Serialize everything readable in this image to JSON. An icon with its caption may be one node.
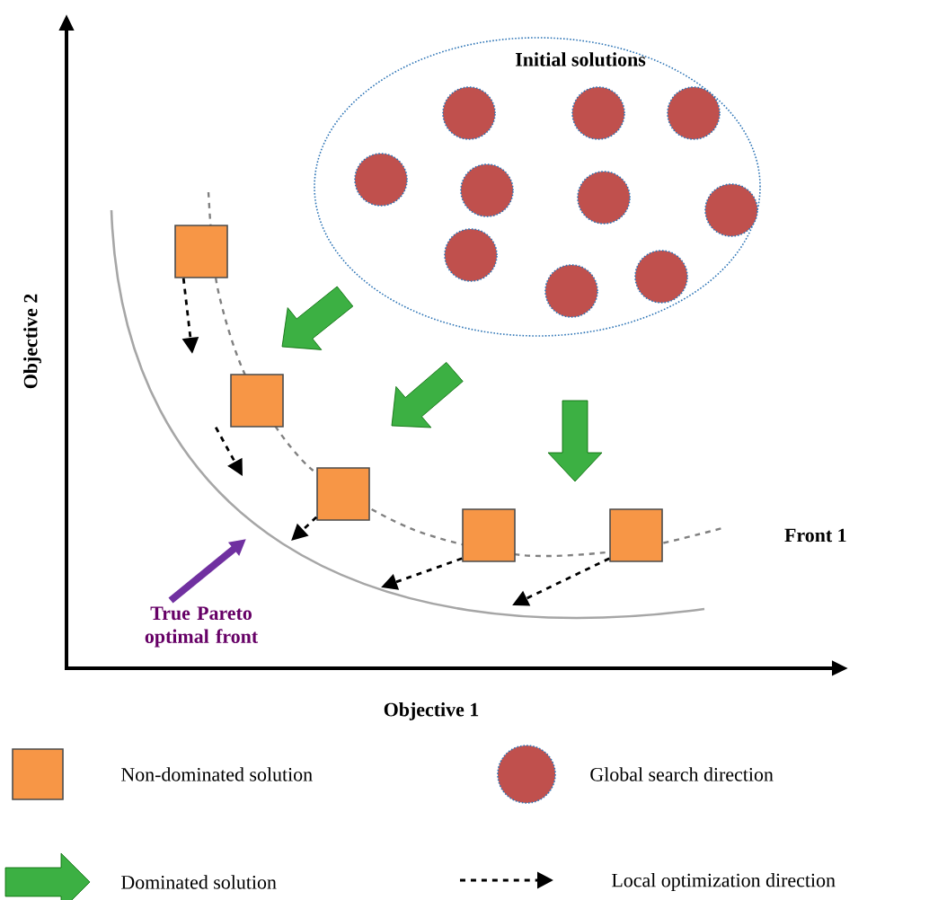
{
  "diagram": {
    "nodes": [
      {
        "text": [
          "Initial solutions"
        ]
      },
      {
        "text": [],
        "shape": "circle",
        "in": 0
      },
      {
        "text": [],
        "shape": "circle",
        "in": 0
      },
      {
        "text": [],
        "shape": "circle",
        "in": 0
      },
      {
        "text": [],
        "shape": "circle",
        "in": 0
      },
      {
        "text": [],
        "shape": "circle",
        "in": 0
      },
      {
        "text": [],
        "shape": "circle",
        "in": 0
      },
      {
        "text": [],
        "shape": "circle",
        "in": 0
      },
      {
        "text": [],
        "shape": "circle",
        "in": 0
      },
      {
        "text": [],
        "shape": "circle",
        "in": 0
      },
      {
        "text": [],
        "shape": "circle",
        "in": 0
      },
      {
        "text": [],
        "shape": "box"
      },
      {
        "text": [],
        "shape": "box"
      },
      {
        "text": [],
        "shape": "box"
      },
      {
        "text": [],
        "shape": "box"
      },
      {
        "text": [],
        "shape": "box"
      },
      {
        "text": [
          "True Pareto optimal front"
        ]
      }
    ],
    "edges": [
      {
        "from": 11,
        "to": null,
        "arrow": "to",
        "style": "dashed"
      },
      {
        "from": 12,
        "to": null,
        "arrow": "to",
        "style": "dashed"
      },
      {
        "from": 13,
        "to": null,
        "arrow": "to",
        "style": "dashed"
      },
      {
        "from": 14,
        "to": null,
        "arrow": "to",
        "style": "dashed"
      },
      {
        "from": 15,
        "to": null,
        "arrow": "to",
        "style": "dashed"
      },
      {
        "from": 16,
        "to": null,
        "arrow": "to",
        "style": "thick",
        "color": "#7030a0"
      }
    ],
    "labels": [
      "Objective 2",
      "Front 1",
      "Objective 1"
    ],
    "legend": [
      {
        "text": "Non-dominated solution"
      },
      {
        "text": "Global search direction"
      },
      {
        "text": "Dominated solution"
      },
      {
        "text": "Local optimization direction"
      }
    ]
  }
}
